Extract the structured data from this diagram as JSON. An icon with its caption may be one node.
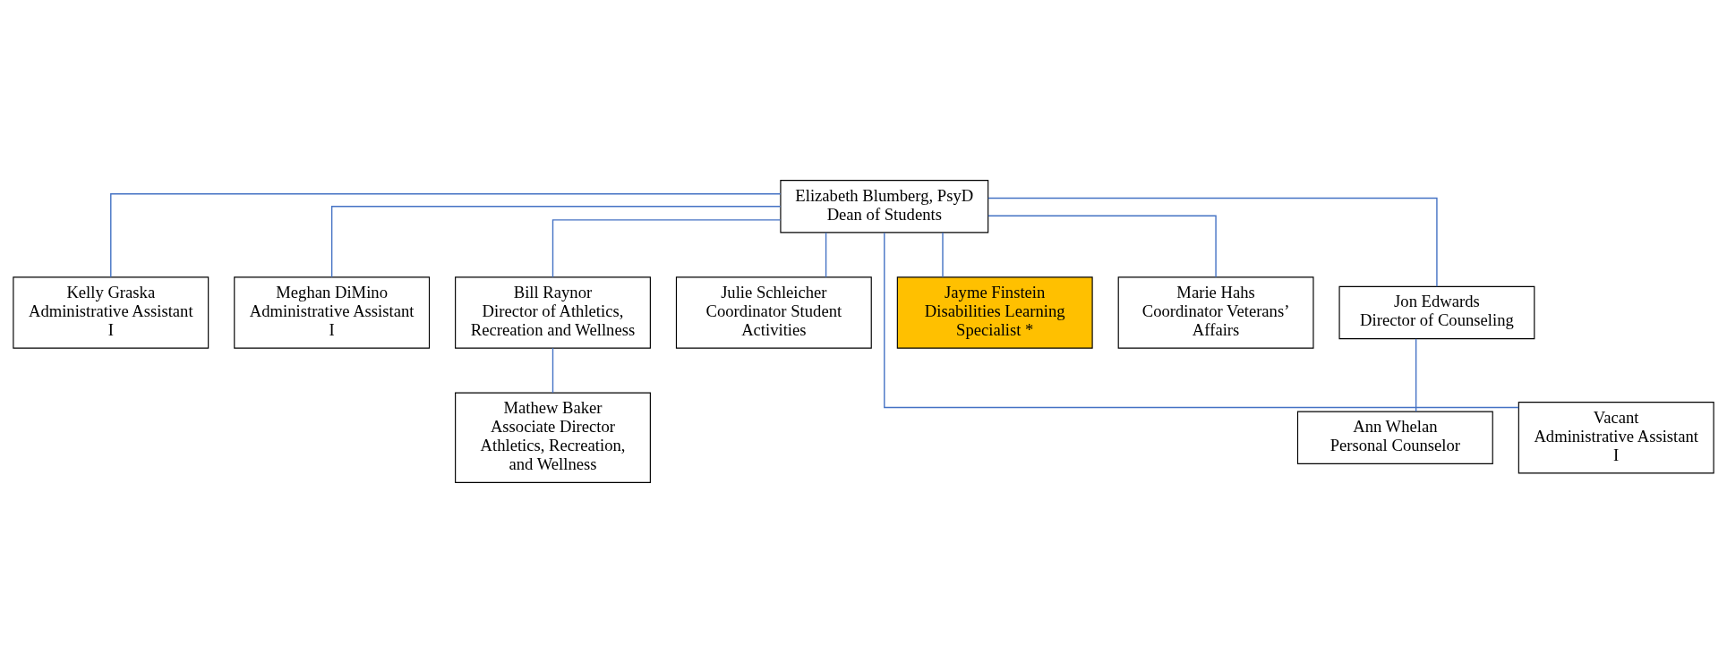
{
  "diagram": {
    "nodes": [
      {
        "text": [
          "Elizabeth Blumberg, PsyD",
          "Dean of Students"
        ]
      },
      {
        "text": [
          "Kelly Graska",
          "Administrative Assistant I"
        ]
      },
      {
        "text": [
          "Meghan DiMino",
          "Administrative Assistant I"
        ]
      },
      {
        "text": [
          "Bill Raynor",
          "Director of Athletics, Recreation and Wellness"
        ]
      },
      {
        "text": [
          "Julie Schleicher",
          "Coordinator Student Activities"
        ]
      },
      {
        "text": [
          "Jayme Finstein",
          "Disabilities Learning Specialist *"
        ]
      },
      {
        "text": [
          "Marie Hahs",
          "Coordinator Veterans’ Affairs"
        ]
      },
      {
        "text": [
          "Jon Edwards",
          "Director of Counseling"
        ]
      },
      {
        "text": [
          "Mathew Baker",
          "Associate Director Athletics, Recreation, and Wellness"
        ]
      },
      {
        "text": [
          "Vacant",
          "Administrative Assistant I"
        ]
      },
      {
        "text": [
          "Ann Whelan",
          "Personal Counselor"
        ]
      }
    ],
    "edges": [
      {
        "from": 0,
        "to": 1,
        "arrow": "none"
      },
      {
        "from": 0,
        "to": 2,
        "arrow": "none"
      },
      {
        "from": 0,
        "to": 3,
        "arrow": "none"
      },
      {
        "from": 0,
        "to": 4,
        "arrow": "none"
      },
      {
        "from": 0,
        "to": 9,
        "arrow": "none"
      },
      {
        "from": 0,
        "to": 5,
        "arrow": "none"
      },
      {
        "from": 0,
        "to": 6,
        "arrow": "none"
      },
      {
        "from": 0,
        "to": 7,
        "arrow": "none"
      },
      {
        "from": 3,
        "to": 8,
        "arrow": "none"
      },
      {
        "from": 7,
        "to": 10,
        "arrow": "none"
      }
    ]
  }
}
